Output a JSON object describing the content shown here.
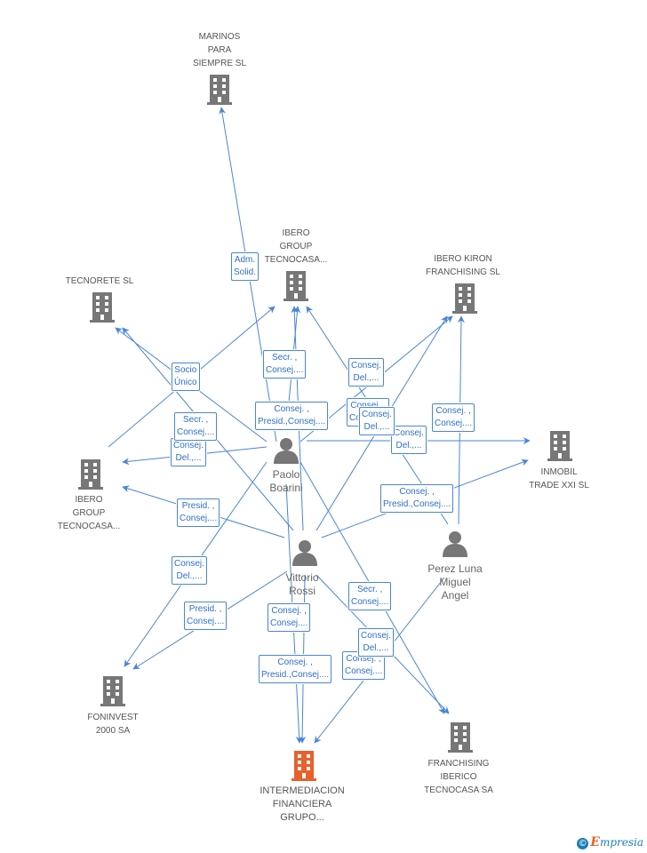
{
  "colors": {
    "edge": "#4a86d6",
    "building": "#777777",
    "focus_building": "#e8602c",
    "person": "#777777"
  },
  "companies": [
    {
      "id": "marinos",
      "label": "MARINOS\nPARA\nSIEMPRE  SL",
      "icon": "building-icon"
    },
    {
      "id": "ibero_group_top",
      "label": "IBERO\nGROUP\nTECNOCASA...",
      "icon": "building-icon"
    },
    {
      "id": "tecnorete",
      "label": "TECNORETE SL",
      "icon": "building-icon"
    },
    {
      "id": "ibero_kiron",
      "label": "IBERO KIRON\nFRANCHISING SL",
      "icon": "building-icon"
    },
    {
      "id": "ibero_group_left",
      "label": "IBERO\nGROUP\nTECNOCASA...",
      "icon": "building-icon"
    },
    {
      "id": "inmobil",
      "label": "INMOBIL\nTRADE XXI SL",
      "icon": "building-icon"
    },
    {
      "id": "foninvest",
      "label": "FONINVEST\n2000 SA",
      "icon": "building-icon"
    },
    {
      "id": "intermediacion",
      "label": "INTERMEDIACION\nFINANCIERA\nGRUPO...",
      "icon": "building-icon",
      "focus": true
    },
    {
      "id": "franchising",
      "label": "FRANCHISING\nIBERICO\nTECNOCASA SA",
      "icon": "building-icon"
    }
  ],
  "persons": [
    {
      "id": "paolo",
      "label": "Paolo\nBoarini",
      "icon": "person-icon"
    },
    {
      "id": "vittorio",
      "label": "Vittorio\nRossi",
      "icon": "person-icon"
    },
    {
      "id": "perez",
      "label": "Perez Luna\nMiguel\nAngel",
      "icon": "person-icon"
    }
  ],
  "edges": [
    {
      "from": "paolo",
      "to": "marinos",
      "role": "Adm.\nSolid."
    },
    {
      "from": "vittorio",
      "to": "ibero_group_top",
      "role": ""
    },
    {
      "from": "paolo",
      "to": "ibero_group_top",
      "role": "Secr. ,\nConsej...."
    },
    {
      "from": "perez",
      "to": "ibero_group_top",
      "role": ""
    },
    {
      "from": "ibero_group_left",
      "to": "ibero_group_top",
      "role": "Socio\nÚnico"
    },
    {
      "from": "paolo",
      "to": "tecnorete",
      "role": ""
    },
    {
      "from": "vittorio",
      "to": "tecnorete",
      "role": ""
    },
    {
      "from": "paolo",
      "to": "ibero_kiron",
      "role": "Consej.\nDel.,..."
    },
    {
      "from": "vittorio",
      "to": "ibero_kiron",
      "role": "Consej. ,\nConsej...."
    },
    {
      "from": "perez",
      "to": "ibero_kiron",
      "role": "Consej. ,\nConsej...."
    },
    {
      "from": "paolo",
      "to": "ibero_group_left",
      "role": "Consej.\nDel.,..."
    },
    {
      "from": "vittorio",
      "to": "ibero_group_left",
      "role": "Presid. ,\nConsej...."
    },
    {
      "from": "paolo",
      "to": "inmobil",
      "role": "Consej. ,\nPresid.,Consej...."
    },
    {
      "from": "vittorio",
      "to": "inmobil",
      "role": "Consej. ,\nPresid.,Consej...."
    },
    {
      "from": "paolo",
      "to": "foninvest",
      "role": "Consej.\nDel.,..."
    },
    {
      "from": "vittorio",
      "to": "foninvest",
      "role": "Presid. ,\nConsej...."
    },
    {
      "from": "vittorio",
      "to": "intermediacion",
      "role": "Consej. ,\nConsej...."
    },
    {
      "from": "paolo",
      "to": "intermediacion",
      "role": "Consej. ,\nPresid.,Consej...."
    },
    {
      "from": "perez",
      "to": "intermediacion",
      "role": "Consej. ,\nConsej...."
    },
    {
      "from": "paolo",
      "to": "franchising",
      "role": "Secr. ,\nConsej...."
    },
    {
      "from": "vittorio",
      "to": "franchising",
      "role": "Consej.\nDel.,..."
    }
  ],
  "extra_roles": [
    {
      "role": "Secr. ,\nConsej...."
    },
    {
      "role": "Consej.\nDel.,..."
    },
    {
      "role": "Consej.\nDel.,..."
    }
  ],
  "footer": {
    "copyright_symbol": "©",
    "brand_initial": "E",
    "brand_rest": "mpresia"
  }
}
